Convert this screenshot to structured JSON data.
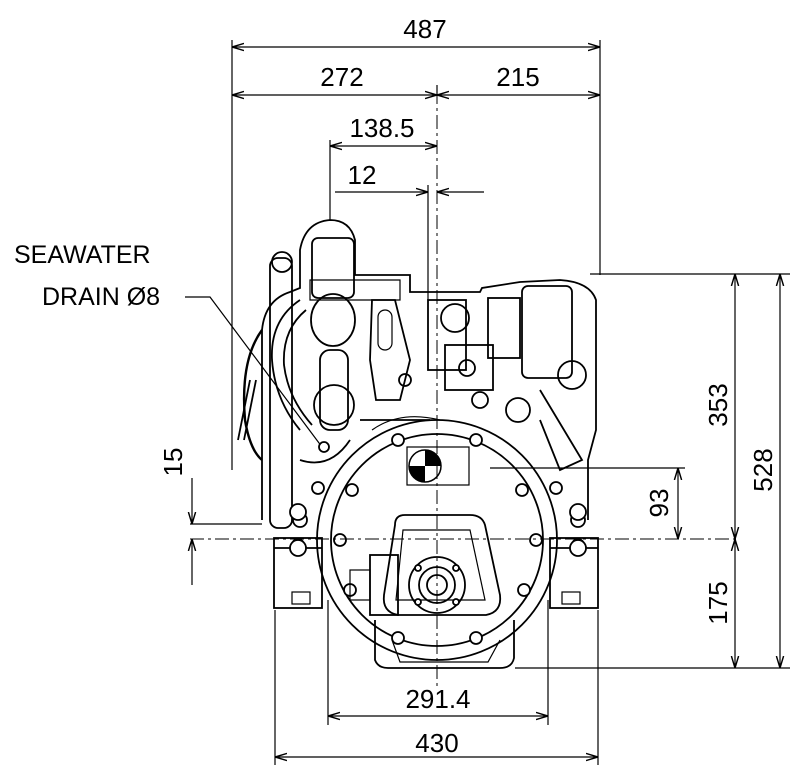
{
  "dimensions": {
    "overall_width": "487",
    "left_width": "272",
    "right_width": "215",
    "offset_138": "138.5",
    "offset_12": "12",
    "height_353": "353",
    "height_528": "528",
    "height_93": "93",
    "height_175": "175",
    "offset_15": "15",
    "flange_291": "291.4",
    "base_430": "430"
  },
  "labels": {
    "seawater_line1": "SEAWATER",
    "seawater_line2": "DRAIN Ø8"
  },
  "icons": {
    "center_of_gravity": "center-of-gravity-icon"
  }
}
